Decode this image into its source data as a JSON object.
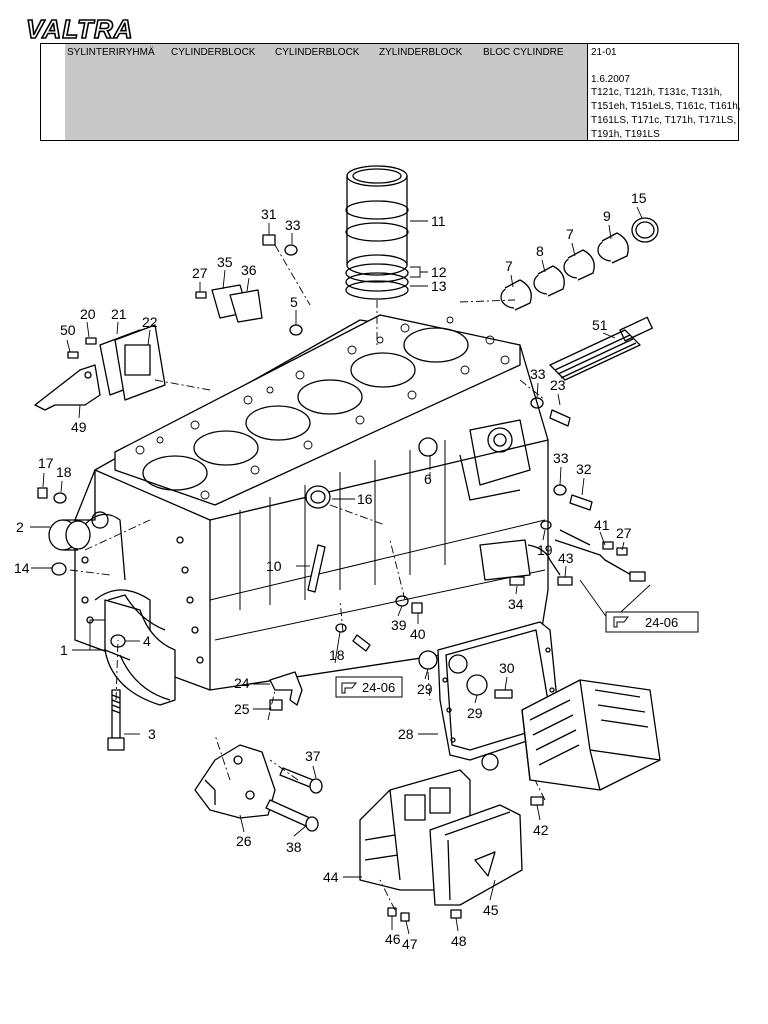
{
  "brand": "VALTRA",
  "header": {
    "languages": [
      "SYLINTERIRYHMÄ",
      "CYLINDERBLOCK",
      "CYLINDERBLOCK",
      "ZYLINDERBLOCK",
      "BLOC CYLINDRE"
    ],
    "group_code": "21-01",
    "date": "1.6.2007",
    "models": [
      "T121c, T121h, T131c, T131h,",
      "T151eh, T151eLS, T161c, T161h,",
      "T161LS, T171c, T171h, T171LS,",
      "T191h, T191LS"
    ]
  },
  "references": [
    "24-06",
    "24-06"
  ],
  "callouts": [
    "1",
    "2",
    "3",
    "4",
    "5",
    "6",
    "7",
    "7",
    "8",
    "9",
    "10",
    "11",
    "12",
    "13",
    "14",
    "15",
    "16",
    "17",
    "18",
    "18",
    "19",
    "20",
    "21",
    "22",
    "23",
    "24",
    "25",
    "26",
    "27",
    "27",
    "28",
    "29",
    "29",
    "30",
    "31",
    "32",
    "33",
    "33",
    "33",
    "34",
    "35",
    "36",
    "37",
    "38",
    "39",
    "40",
    "41",
    "42",
    "43",
    "44",
    "45",
    "46",
    "47",
    "48",
    "49",
    "50",
    "51"
  ]
}
